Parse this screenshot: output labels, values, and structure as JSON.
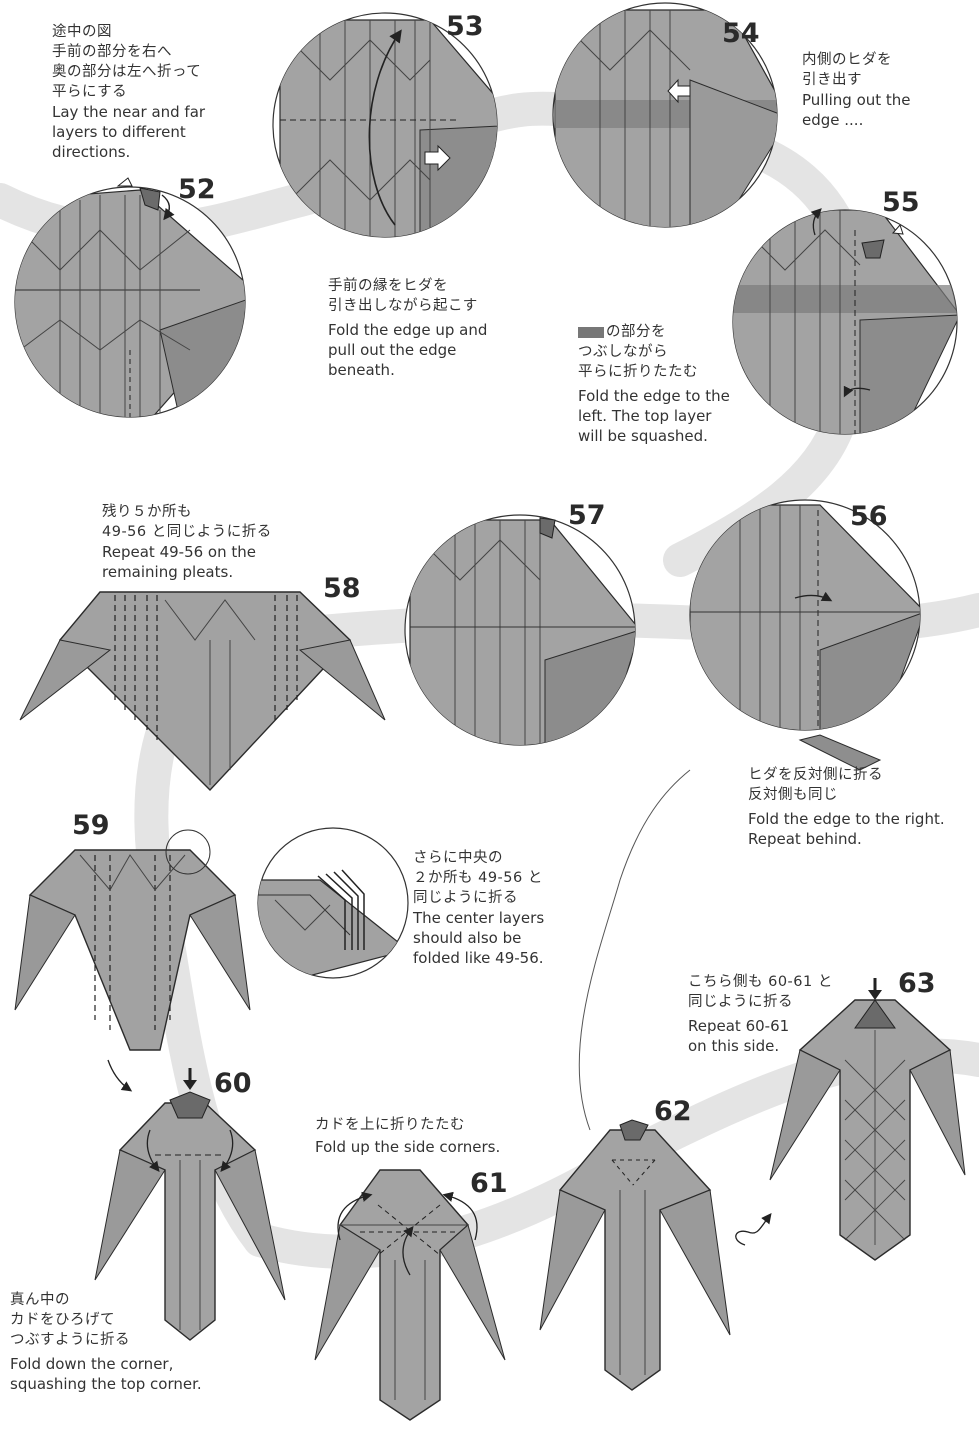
{
  "colors": {
    "paper": "#9f9f9f",
    "paper_light": "#b8b8b8",
    "paper_dark": "#6e6e6e",
    "line": "#2b2b2b",
    "band": "#e1e1e1"
  },
  "steps": {
    "s52": "52",
    "s53": "53",
    "s54": "54",
    "s55": "55",
    "s56": "56",
    "s57": "57",
    "s58": "58",
    "s59": "59",
    "s60": "60",
    "s61": "61",
    "s62": "62",
    "s63": "63"
  },
  "captions": {
    "c52": {
      "jp1": "途中の図",
      "jp2": "手前の部分を右へ",
      "jp3": "奥の部分は左へ折って",
      "jp4": "平らにする",
      "en1": "Lay the near and far",
      "en2": "layers to different",
      "en3": "directions."
    },
    "c53": {
      "jp1": "手前の縁をヒダを",
      "jp2": "引き出しながら起こす",
      "en1": "Fold the edge up and",
      "en2": "pull out the edge",
      "en3": "beneath."
    },
    "c54": {
      "jp1": "内側のヒダを",
      "jp2": "引き出す",
      "en1": "Pulling out the",
      "en2": "edge ...."
    },
    "c55": {
      "jp1": "の部分を",
      "jp2": "つぶしながら",
      "jp3": "平らに折りたたむ",
      "en1": "Fold the edge to the",
      "en2": "left. The top layer",
      "en3": "will be squashed."
    },
    "c56": {
      "jp1": "ヒダを反対側に折る",
      "jp2": "反対側も同じ",
      "en1": "Fold the edge to the right.",
      "en2": "Repeat behind."
    },
    "c58": {
      "jp1": "残り５か所も",
      "jp2": "49-56 と同じように折る",
      "en1": "Repeat 49-56 on the",
      "en2": "remaining pleats."
    },
    "c59": {
      "jp1": "さらに中央の",
      "jp2": "２か所も 49-56 と",
      "jp3": "同じように折る",
      "en1": "The center layers",
      "en2": "should also be",
      "en3": "folded like 49-56."
    },
    "c60": {
      "jp1": "真ん中の",
      "jp2": "カドをひろげて",
      "jp3": "つぶすように折る",
      "en1": "Fold down the corner,",
      "en2": "squashing the top corner."
    },
    "c61": {
      "jp1": "カドを上に折りたたむ",
      "en1": "Fold up the side corners."
    },
    "c63": {
      "jp1": "こちら側も 60-61 と",
      "jp2": "同じように折る",
      "en1": "Repeat 60-61",
      "en2": "on this side."
    }
  }
}
